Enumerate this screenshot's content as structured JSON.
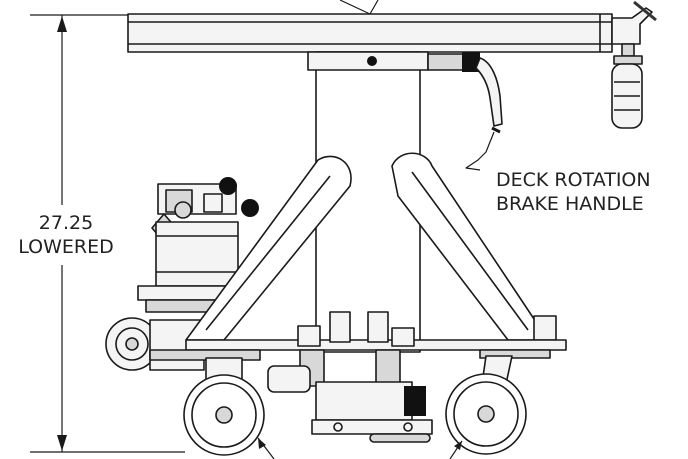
{
  "dimension": {
    "value": "27.25",
    "label": "LOWERED"
  },
  "callouts": {
    "brake_line1": "DECK ROTATION",
    "brake_line2": "BRAKE HANDLE"
  },
  "colors": {
    "line": "#1a1a1a",
    "fill_light": "#f4f4f4",
    "fill_mid": "#d8d8d8",
    "fill_dark": "#111111"
  }
}
